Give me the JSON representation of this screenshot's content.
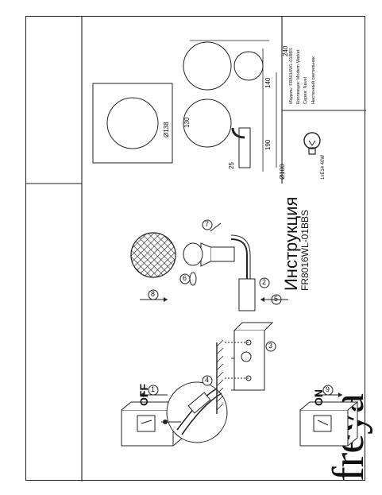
{
  "brand": {
    "logo": "freya"
  },
  "title": {
    "heading": "Инструкция",
    "model": "FR8016WL-01BBS"
  },
  "steps": {
    "s1": "1",
    "s2": "2",
    "s3": "3",
    "s4": "4",
    "s5": "5",
    "s6": "6",
    "s7": "7",
    "s8": "8",
    "s9": "9",
    "off": "OFF",
    "on": "ON"
  },
  "dimensions": {
    "d130": "130",
    "d138": "Ø138",
    "d240": "240",
    "d140": "140",
    "d190": "190",
    "d25": "25",
    "d100": "Ø100"
  },
  "specs": {
    "model_label": "Модель:",
    "model_value": "FR8016WL-01BBS",
    "collection_label": "Коллекция:",
    "collection_value": "Modern Market",
    "series_label": "Серия:",
    "series_value": "Navel",
    "type_value": "Настенный светильник",
    "bulb": "1xE14 40W"
  }
}
